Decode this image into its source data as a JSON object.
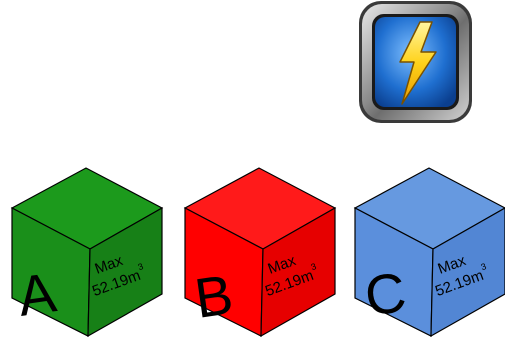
{
  "power_button": {
    "icon": "lightning-bolt-icon"
  },
  "cubes": [
    {
      "letter": "A",
      "cap_label": "Max",
      "cap_value": "52.19m",
      "cap_unit_exp": "3",
      "color": "#1a8f1a",
      "top_color": "#1c9a1c",
      "side_color": "#178017"
    },
    {
      "letter": "B",
      "cap_label": "Max",
      "cap_value": "52.19m",
      "cap_unit_exp": "3",
      "color": "#ff0000",
      "top_color": "#ff1a1a",
      "side_color": "#e60000"
    },
    {
      "letter": "C",
      "cap_label": "Max",
      "cap_value": "52.19m",
      "cap_unit_exp": "3",
      "color": "#5b8fdc",
      "top_color": "#6699e0",
      "side_color": "#5286d4"
    }
  ]
}
